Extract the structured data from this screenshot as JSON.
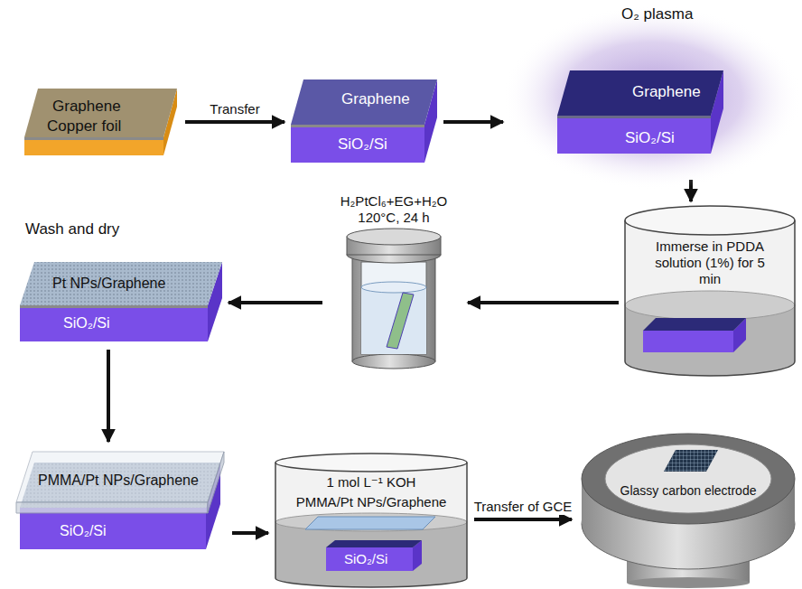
{
  "diagram": {
    "nodes": [
      {
        "text": [
          "Graphene",
          "Copper foil"
        ]
      },
      {
        "text": [
          "Graphene",
          "SiO₂/Si"
        ]
      },
      {
        "text": [
          "O₂ plasma",
          "Graphene",
          "SiO₂/Si"
        ]
      },
      {
        "text": [
          "Immerse in PDDA solution (1%) for 5 min"
        ]
      },
      {
        "text": [
          "H₂PtCl₆+EG+H₂O 120°C, 24 h"
        ]
      },
      {
        "text": [
          "Wash and dry",
          "Pt NPs/Graphene",
          "SiO₂/Si"
        ]
      },
      {
        "text": [
          "PMMA/Pt NPs/Graphene",
          "SiO₂/Si"
        ]
      },
      {
        "text": [
          "1 mol L⁻¹ KOH",
          "PMMA/Pt NPs/Graphene",
          "SiO₂/Si"
        ]
      },
      {
        "text": [
          "Glassy carbon electrode"
        ]
      }
    ],
    "edges": [
      {
        "from": 0,
        "to": 1,
        "arrow": "to",
        "label": "Transfer"
      },
      {
        "from": 1,
        "to": 2,
        "arrow": "to"
      },
      {
        "from": 2,
        "to": 3,
        "arrow": "to"
      },
      {
        "from": 3,
        "to": 4,
        "arrow": "to"
      },
      {
        "from": 4,
        "to": 5,
        "arrow": "to"
      },
      {
        "from": 5,
        "to": 6,
        "arrow": "to"
      },
      {
        "from": 6,
        "to": 7,
        "arrow": "to"
      },
      {
        "from": 7,
        "to": 8,
        "arrow": "to",
        "label": "Transfer of GCE"
      }
    ]
  }
}
